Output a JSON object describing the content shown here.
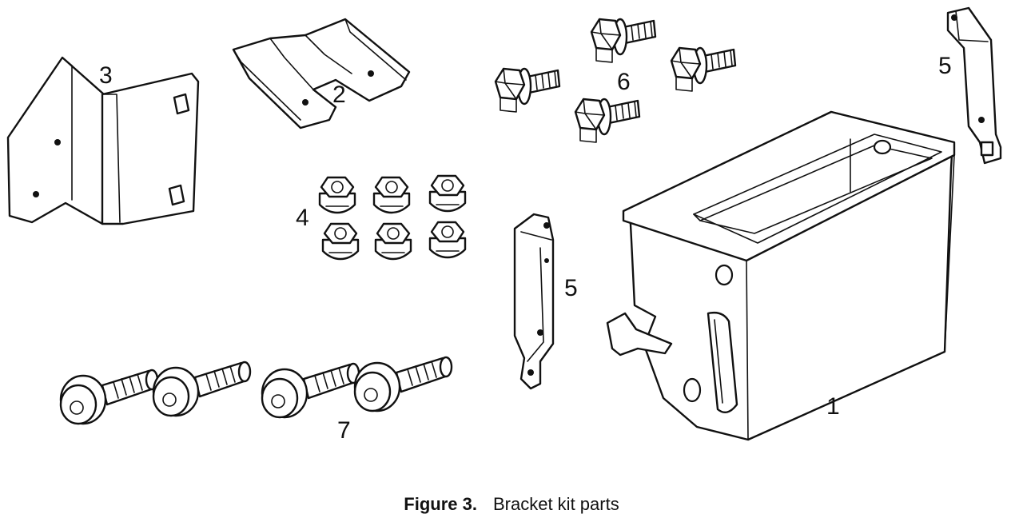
{
  "caption": {
    "figure_label": "Figure 3.",
    "text": "Bracket kit parts"
  },
  "parts": [
    {
      "id": "box",
      "label": "1"
    },
    {
      "id": "plate",
      "label": "2"
    },
    {
      "id": "angle_bracket",
      "label": "3"
    },
    {
      "id": "nuts",
      "label": "4"
    },
    {
      "id": "strap_left",
      "label": "5"
    },
    {
      "id": "strap_right",
      "label": "5"
    },
    {
      "id": "hex_bolts",
      "label": "6"
    },
    {
      "id": "shoulder_bolts",
      "label": "7"
    }
  ]
}
